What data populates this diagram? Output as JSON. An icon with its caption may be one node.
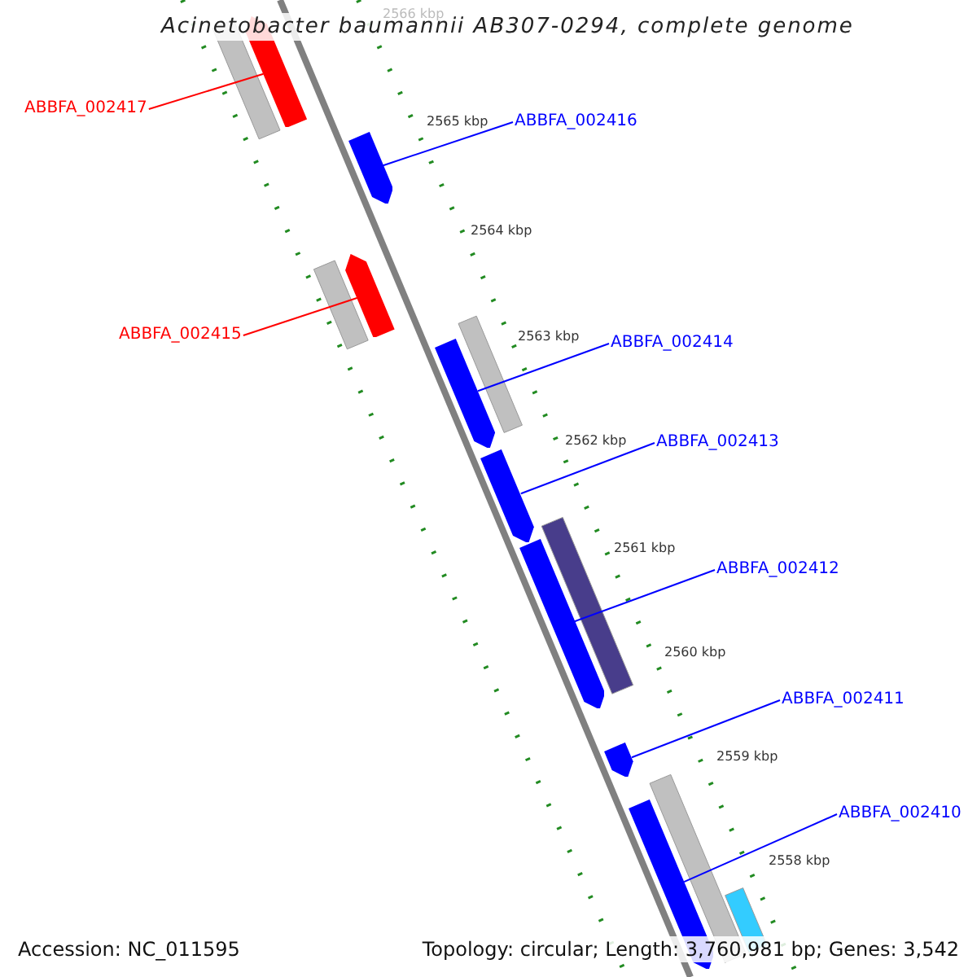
{
  "diagram": {
    "title": "Acinetobacter baumannii AB307-0294, complete genome",
    "nodes": [
      {
        "text": [
          "ABBFA_002417"
        ]
      },
      {
        "text": [
          "ABBFA_002416"
        ]
      },
      {
        "text": [
          "ABBFA_002415"
        ]
      },
      {
        "text": [
          "ABBFA_002414"
        ]
      },
      {
        "text": [
          "ABBFA_002413"
        ]
      },
      {
        "text": [
          "ABBFA_002412"
        ]
      },
      {
        "text": [
          "ABBFA_002411"
        ]
      },
      {
        "text": [
          "ABBFA_002410"
        ]
      },
      {
        "text": [],
        "shape": "bar"
      },
      {
        "text": [],
        "shape": "bar"
      },
      {
        "text": [],
        "shape": "bar"
      },
      {
        "text": [],
        "shape": "bar"
      },
      {
        "text": [],
        "shape": "bar"
      },
      {
        "text": [],
        "shape": "bar"
      },
      {
        "text": [],
        "shape": "bar"
      },
      {
        "text": [],
        "shape": "bar"
      }
    ],
    "edges": [
      {
        "from": 0,
        "to": 8,
        "arrow": "none",
        "color": "#ff0000"
      },
      {
        "from": 1,
        "to": 9,
        "arrow": "none"
      },
      {
        "from": 2,
        "to": 10,
        "arrow": "none",
        "color": "#ff0000"
      },
      {
        "from": 3,
        "to": 11,
        "arrow": "none"
      },
      {
        "from": 4,
        "to": 12,
        "arrow": "none"
      },
      {
        "from": 5,
        "to": 13,
        "arrow": "none"
      },
      {
        "from": 6,
        "to": 14,
        "arrow": "none"
      },
      {
        "from": 7,
        "to": 15,
        "arrow": "none"
      }
    ],
    "labels": [
      "2566 kbp",
      "2565 kbp",
      "2564 kbp",
      "2563 kbp",
      "2562 kbp",
      "2561 kbp",
      "2560 kbp",
      "2559 kbp",
      "2558 kbp",
      "Accession: NC_011595",
      "Topology: circular; Length: 3,760,981 bp; Genes: 3,542"
    ]
  }
}
